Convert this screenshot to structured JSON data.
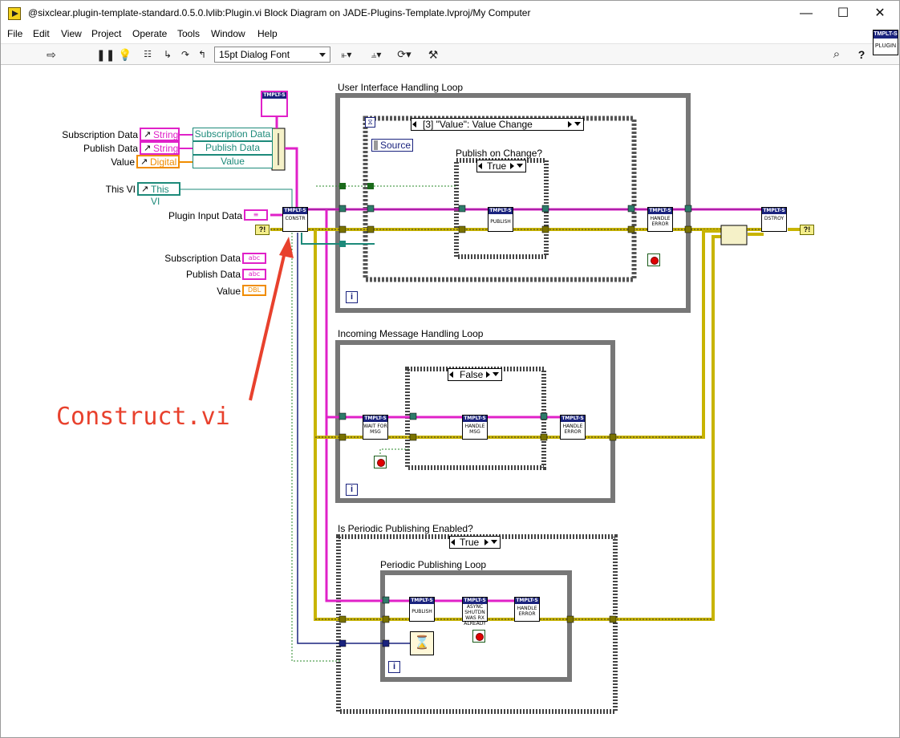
{
  "window": {
    "title": "@sixclear.plugin-template-standard.0.5.0.lvlib:Plugin.vi Block Diagram on JADE-Plugins-Template.lvproj/My Computer",
    "buttons": {
      "minimize": "—",
      "maximize": "☐",
      "close": "✕"
    }
  },
  "menu": [
    "File",
    "Edit",
    "View",
    "Project",
    "Operate",
    "Tools",
    "Window",
    "Help"
  ],
  "toolbar": {
    "font": "15pt Dialog Font",
    "icons": [
      "run-arrow-icon",
      "pause-icon",
      "highlight-bulb-icon",
      "retain-wire-icon",
      "step-into-icon",
      "step-over-icon",
      "step-out-icon",
      "align-icon",
      "distribute-icon",
      "reorder-icon",
      "cleanup-icon",
      "search-icon",
      "help-icon"
    ]
  },
  "vi_icon": {
    "header": "TMPLT-S",
    "body": "PLUGIN"
  },
  "diagram": {
    "controls": [
      {
        "label": "Subscription Data",
        "type": "String"
      },
      {
        "label": "Publish Data",
        "type": "String"
      },
      {
        "label": "Value",
        "type": "Digital"
      },
      {
        "label": "This VI",
        "type": "This VI"
      }
    ],
    "bundle_fields": [
      "Subscription Data",
      "Publish Data",
      "Value"
    ],
    "plugin_input_label": "Plugin Input Data",
    "outputs": [
      {
        "label": "Subscription Data",
        "type": "abc"
      },
      {
        "label": "Publish Data",
        "type": "abc"
      },
      {
        "label": "Value",
        "type": "DBL"
      }
    ],
    "constant_header": "TMPLT-S",
    "error_glyph": "?!",
    "subvi_header": "TMPLT-S",
    "subvis": {
      "construct": "CONSTR",
      "publish": "PUBLISH",
      "handle_error": "HANDLE ERROR",
      "destroy": "DSTROY",
      "wait_for_msg": "WAIT FOR MSG",
      "handle_msg": "HANDLE MSG",
      "async_shutdown": "ASYNC SHUTDN WAS RX ALREADY"
    },
    "ui_loop": {
      "title": "User Interface Handling Loop",
      "event_case": "[3] \"Value\": Value Change",
      "source_node": "Source",
      "inner_case_title": "Publish on Change?",
      "inner_case_value": "True",
      "iteration": "i"
    },
    "msg_loop": {
      "title": "Incoming Message Handling Loop",
      "case_value": "False",
      "iteration": "i"
    },
    "periodic_case": {
      "title": "Is Periodic Publishing Enabled?",
      "case_value": "True"
    },
    "periodic_loop": {
      "title": "Periodic Publishing Loop",
      "iteration": "i"
    },
    "annotation": "Construct.vi",
    "colors": {
      "annotation": "#e8412d",
      "string_wire": "#e021c8",
      "error_wire": "#c8b400",
      "class_wire": "#7a1f8a",
      "ref_wire": "#1a237e"
    }
  }
}
